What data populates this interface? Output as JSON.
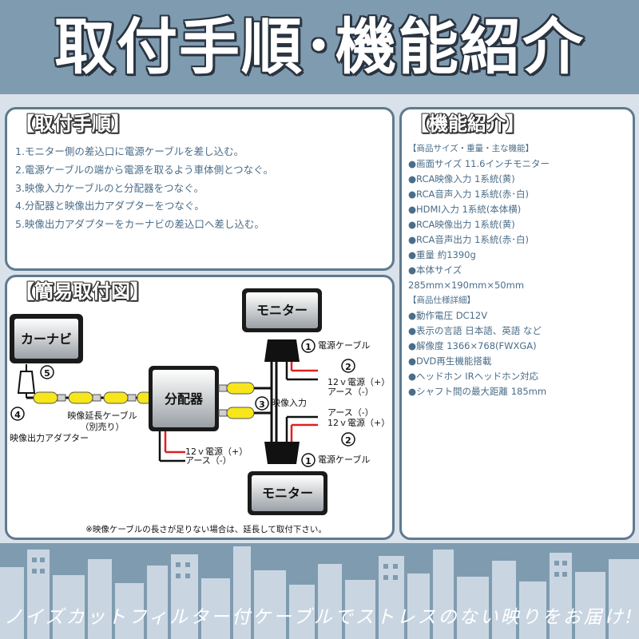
{
  "header": {
    "title": "取付手順･機能紹介"
  },
  "install_steps": {
    "heading": "【取付手順】",
    "items": [
      "1.モニター側の差込口に電源ケーブルを差し込む。",
      "2.電源ケーブルの端から電源を取るよう車体側とつなぐ。",
      "3.映像入力ケーブルのと分配器をつなぐ。",
      "4.分配器と映像出力アダプターをつなぐ。",
      "5.映像出力アダプターをカーナビの差込口へ差し込む。"
    ]
  },
  "features": {
    "heading": "【機能紹介】",
    "items": [
      {
        "text": "【商品サイズ・重量・主な機能】",
        "style": "sub"
      },
      {
        "text": "●画面サイズ 11.6インチモニター",
        "style": "normal"
      },
      {
        "text": "●RCA映像入力 1系統(黄)",
        "style": "normal"
      },
      {
        "text": "●RCA音声入力 1系統(赤･白)",
        "style": "normal"
      },
      {
        "text": "●HDMI入力 1系統(本体横)",
        "style": "normal"
      },
      {
        "text": "●RCA映像出力 1系統(黄)",
        "style": "normal"
      },
      {
        "text": "●RCA音声出力 1系統(赤･白)",
        "style": "normal"
      },
      {
        "text": "●重量 約1390g",
        "style": "normal"
      },
      {
        "text": "●本体サイズ",
        "style": "normal"
      },
      {
        "text": "285mm×190mm×50mm",
        "style": "normal"
      },
      {
        "text": "【商品仕様詳細】",
        "style": "sub"
      },
      {
        "text": "●動作電圧 DC12V",
        "style": "normal"
      },
      {
        "text": "●表示の言語 日本語、英語 など",
        "style": "normal"
      },
      {
        "text": "●解像度 1366×768(FWXGA)",
        "style": "normal"
      },
      {
        "text": "●DVD再生機能搭載",
        "style": "normal"
      },
      {
        "text": "●ヘッドホン IRヘッドホン対応",
        "style": "normal"
      },
      {
        "text": "●シャフト間の最大距離 185mm",
        "style": "normal"
      }
    ]
  },
  "diagram": {
    "heading": "【簡易取付図】",
    "car_navi": "カーナビ",
    "distributor": "分配器",
    "monitor_top": "モニター",
    "monitor_bottom": "モニター",
    "n1_top": "1",
    "power_cable_top": "電源ケーブル",
    "n1_bottom": "1",
    "power_cable_bottom": "電源ケーブル",
    "n2_top": "2",
    "v12_top": "12ｖ電源（+）",
    "earth_top": "アース（-）",
    "n2_bottom": "2",
    "earth_bottom": "アース（-）",
    "v12_bottom": "12ｖ電源（+）",
    "n3": "3",
    "video_input": "映像入力",
    "n4": "4",
    "video_out_adapter": "映像出力アダプター",
    "n5": "5",
    "ext_cable": "映像延長ケーブル",
    "ext_cable_note": "（別売り）",
    "dist_v12": "12ｖ電源（+）",
    "dist_earth": "アース（-）",
    "note": "※映像ケーブルの長さが足りない場合は、延長して取付下さい。"
  },
  "footer": {
    "tagline": "ノイズカットフィルター付ケーブルでストレスのない映りをお届け!"
  }
}
